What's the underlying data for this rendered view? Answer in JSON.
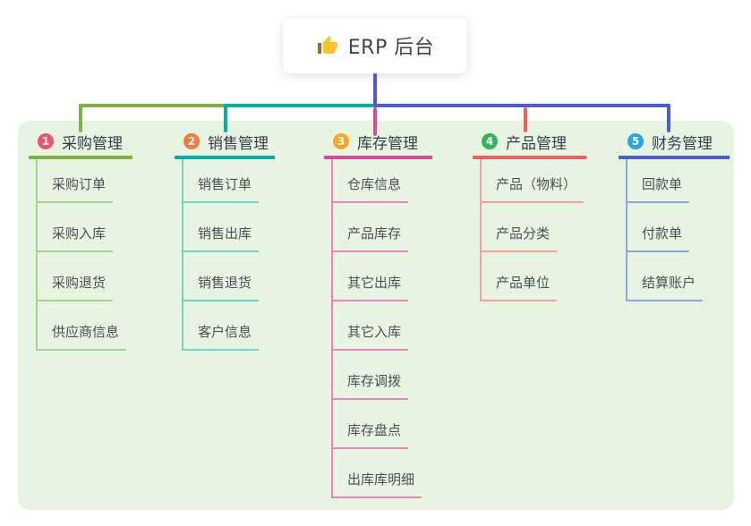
{
  "canvas": {
    "background_color": "#ffffff",
    "panel_color": "#e7f4e1"
  },
  "root": {
    "icon": "thumbs-up-icon",
    "title": "ERP 后台",
    "line_color": "#4a5ed2"
  },
  "branches": [
    {
      "index": "1",
      "label": "采购管理",
      "badge_color": "#f1536f",
      "line_color": "#7cb342",
      "child_line_color": "#a6d48e",
      "children": [
        "采购订单",
        "采购入库",
        "采购退货",
        "供应商信息"
      ]
    },
    {
      "index": "2",
      "label": "销售管理",
      "badge_color": "#f5793b",
      "line_color": "#00b0a4",
      "child_line_color": "#74d1c8",
      "children": [
        "销售订单",
        "销售出库",
        "销售退货",
        "客户信息"
      ]
    },
    {
      "index": "3",
      "label": "库存管理",
      "badge_color": "#f6a623",
      "line_color": "#d8499f",
      "child_line_color": "#ee82c3",
      "children": [
        "仓库信息",
        "产品库存",
        "其它出库",
        "其它入库",
        "库存调拨",
        "库存盘点",
        "出库库明细"
      ]
    },
    {
      "index": "4",
      "label": "产品管理",
      "badge_color": "#34b559",
      "line_color": "#f25e5a",
      "child_line_color": "#f6a09c",
      "children": [
        "产品（物料）",
        "产品分类",
        "产品单位"
      ]
    },
    {
      "index": "5",
      "label": "财务管理",
      "badge_color": "#28a7e6",
      "line_color": "#4a5ed2",
      "child_line_color": "#8da4e4",
      "children": [
        "回款单",
        "付款单",
        "结算账户"
      ]
    }
  ]
}
